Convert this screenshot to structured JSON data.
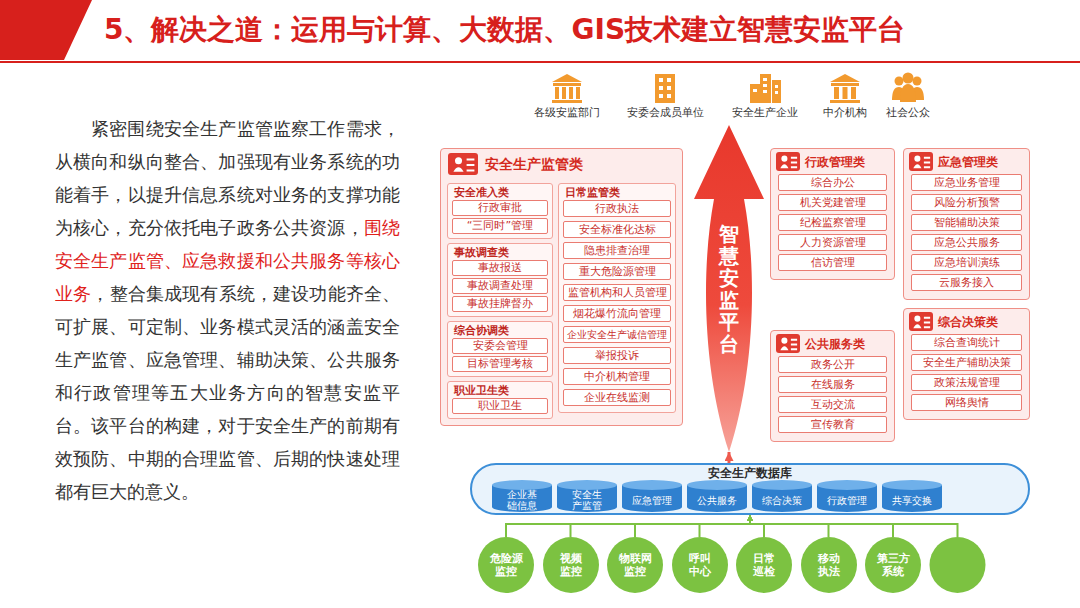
{
  "diagram": {
    "title": "5、解决之道：运用与计算、大数据、GIS技术建立智慧安监平台",
    "nodes": [
      {
        "text": [
          "安全生产监管类"
        ]
      },
      {
        "text": [
          "安全准入类"
        ],
        "in": 0
      },
      {
        "text": [
          "行政审批"
        ],
        "in": 1
      },
      {
        "text": [
          "“三同时”管理"
        ],
        "in": 1
      },
      {
        "text": [
          "事故调查类"
        ],
        "in": 0
      },
      {
        "text": [
          "事故报送"
        ],
        "in": 4
      },
      {
        "text": [
          "事故调查处理"
        ],
        "in": 4
      },
      {
        "text": [
          "事故挂牌督办"
        ],
        "in": 4
      },
      {
        "text": [
          "综合协调类"
        ],
        "in": 0
      },
      {
        "text": [
          "安委会管理"
        ],
        "in": 8
      },
      {
        "text": [
          "目标管理考核"
        ],
        "in": 8
      },
      {
        "text": [
          "职业卫生类"
        ],
        "in": 0
      },
      {
        "text": [
          "职业卫生"
        ],
        "in": 11
      },
      {
        "text": [
          "日常监管类"
        ],
        "in": 0
      },
      {
        "text": [
          "行政执法"
        ],
        "in": 13
      },
      {
        "text": [
          "安全标准化达标"
        ],
        "in": 13
      },
      {
        "text": [
          "隐患排查治理"
        ],
        "in": 13
      },
      {
        "text": [
          "重大危险源管理"
        ],
        "in": 13
      },
      {
        "text": [
          "监管机构和人员管理"
        ],
        "in": 13
      },
      {
        "text": [
          "烟花爆竹流向管理"
        ],
        "in": 13
      },
      {
        "text": [
          "企业安全生产诚信管理"
        ],
        "in": 13
      },
      {
        "text": [
          "举报投诉"
        ],
        "in": 13
      },
      {
        "text": [
          "中介机构管理"
        ],
        "in": 13
      },
      {
        "text": [
          "企业在线监测"
        ],
        "in": 13
      },
      {
        "text": [
          "智慧安监平台"
        ]
      },
      {
        "text": [
          "行政管理类"
        ]
      },
      {
        "text": [
          "综合办公"
        ],
        "in": 25
      },
      {
        "text": [
          "机关党建管理"
        ],
        "in": 25
      },
      {
        "text": [
          "纪检监察管理"
        ],
        "in": 25
      },
      {
        "text": [
          "人力资源管理"
        ],
        "in": 25
      },
      {
        "text": [
          "信访管理"
        ],
        "in": 25
      },
      {
        "text": [
          "应急管理类"
        ]
      },
      {
        "text": [
          "应急业务管理"
        ],
        "in": 31
      },
      {
        "text": [
          "风险分析预警"
        ],
        "in": 31
      },
      {
        "text": [
          "智能辅助决策"
        ],
        "in": 31
      },
      {
        "text": [
          "应急公共服务"
        ],
        "in": 31
      },
      {
        "text": [
          "应急培训演练"
        ],
        "in": 31
      },
      {
        "text": [
          "云服务接入"
        ],
        "in": 31
      },
      {
        "text": [
          "公共服务类"
        ]
      },
      {
        "text": [
          "政务公开"
        ],
        "in": 38
      },
      {
        "text": [
          "在线服务"
        ],
        "in": 38
      },
      {
        "text": [
          "互动交流"
        ],
        "in": 38
      },
      {
        "text": [
          "宣传教育"
        ],
        "in": 38
      },
      {
        "text": [
          "综合决策类"
        ]
      },
      {
        "text": [
          "综合查询统计"
        ],
        "in": 43
      },
      {
        "text": [
          "安全生产辅助决策"
        ],
        "in": 43
      },
      {
        "text": [
          "政策法规管理"
        ],
        "in": 43
      },
      {
        "text": [
          "网络舆情"
        ],
        "in": 43
      },
      {
        "text": [
          "安全生产数据库"
        ]
      },
      {
        "text": [
          "企业基础信息"
        ],
        "in": 48
      },
      {
        "text": [
          "安全生产监管"
        ],
        "in": 48
      },
      {
        "text": [
          "应急管理"
        ],
        "in": 48
      },
      {
        "text": [
          "公共服务"
        ],
        "in": 48
      },
      {
        "text": [
          "综合决策"
        ],
        "in": 48
      },
      {
        "text": [
          "行政管理"
        ],
        "in": 48
      },
      {
        "text": [
          "共享交换"
        ],
        "in": 48
      },
      {
        "text": [
          "危险源监控"
        ]
      },
      {
        "text": [
          "视频监控"
        ]
      },
      {
        "text": [
          "物联网监控"
        ]
      },
      {
        "text": [
          "呼叫中心"
        ]
      },
      {
        "text": [
          "日常巡检"
        ]
      },
      {
        "text": [
          "移动执法"
        ]
      },
      {
        "text": [
          "第三方系统"
        ]
      }
    ],
    "edges": [
      {
        "from": 56,
        "to": 48,
        "arrow": "to"
      },
      {
        "from": 57,
        "to": 48,
        "arrow": "to"
      },
      {
        "from": 58,
        "to": 48,
        "arrow": "to"
      },
      {
        "from": 59,
        "to": 48,
        "arrow": "to"
      },
      {
        "from": 60,
        "to": 48,
        "arrow": "to"
      },
      {
        "from": 61,
        "to": 48,
        "arrow": "to"
      },
      {
        "from": 62,
        "to": 48,
        "arrow": "to"
      },
      {
        "from": 48,
        "to": 24,
        "arrow": "to"
      }
    ],
    "labels": [
      "紧密围绕安全生产监管监察工作需求，从横向和纵向整合、加强现有业务系统的功能着手，以提升信息系统对业务的支撑功能为核心，充分依托电子政务公共资源，",
      "围绕安全生产监管、应急救援和公共服务等核心业务",
      "，整合集成现有系统，建设功能齐全、可扩展、可定制、业务模式灵活的涵盖安全生产监管、应急管理、辅助决策、公共服务和行政管理等五大业务方向的智慧安监平台。该平台的构建，对于安全生产的前期有效预防、中期的合理监管、后期的快速处理都有巨大的意义。",
      "各级安监部门",
      "安委会成员单位",
      "安全生产企业",
      "中介机构",
      "社会公众"
    ]
  }
}
